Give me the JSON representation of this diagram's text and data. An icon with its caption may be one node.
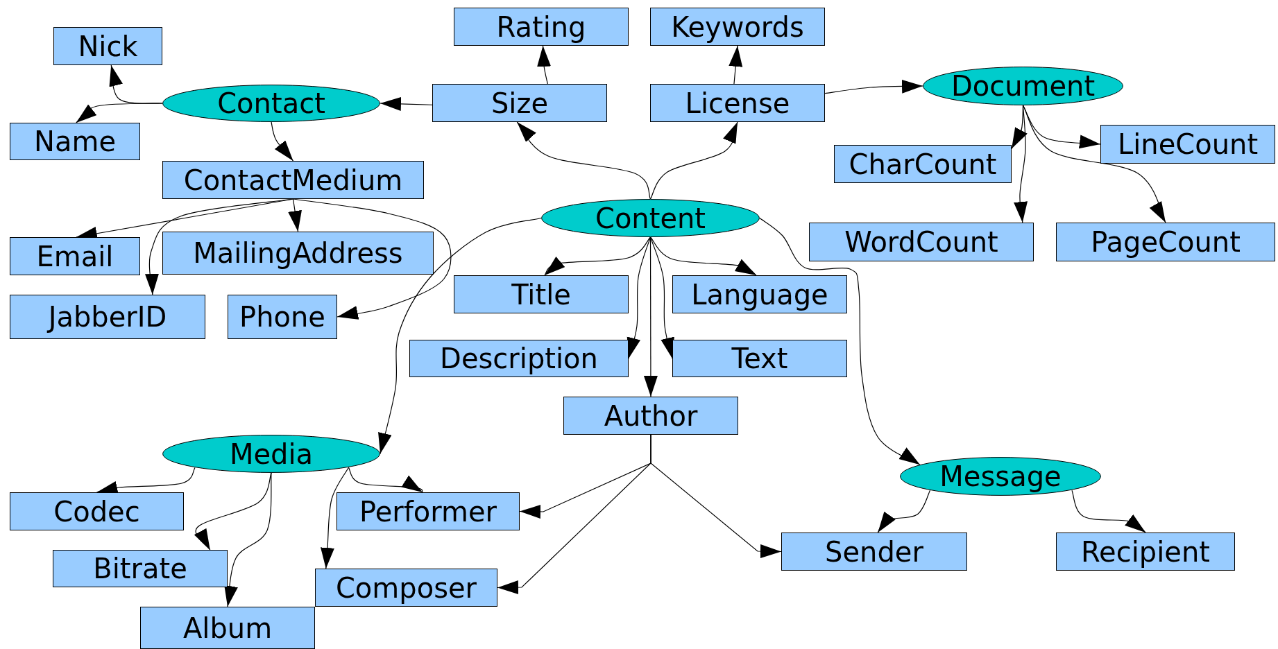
{
  "diagram": {
    "nodes": [
      {
        "text": [
          "Nick"
        ]
      },
      {
        "text": [
          "Contact"
        ]
      },
      {
        "text": [
          "Name"
        ]
      },
      {
        "text": [
          "ContactMedium"
        ]
      },
      {
        "text": [
          "Email"
        ]
      },
      {
        "text": [
          "MailingAddress"
        ]
      },
      {
        "text": [
          "JabberID"
        ]
      },
      {
        "text": [
          "Phone"
        ]
      },
      {
        "text": [
          "Rating"
        ]
      },
      {
        "text": [
          "Keywords"
        ]
      },
      {
        "text": [
          "Size"
        ]
      },
      {
        "text": [
          "License"
        ]
      },
      {
        "text": [
          "Document"
        ]
      },
      {
        "text": [
          "CharCount"
        ]
      },
      {
        "text": [
          "LineCount"
        ]
      },
      {
        "text": [
          "Content"
        ]
      },
      {
        "text": [
          "WordCount"
        ]
      },
      {
        "text": [
          "PageCount"
        ]
      },
      {
        "text": [
          "Title"
        ]
      },
      {
        "text": [
          "Language"
        ]
      },
      {
        "text": [
          "Description"
        ]
      },
      {
        "text": [
          "Text"
        ]
      },
      {
        "text": [
          "Author"
        ]
      },
      {
        "text": [
          "Media"
        ]
      },
      {
        "text": [
          "Message"
        ]
      },
      {
        "text": [
          "Codec"
        ]
      },
      {
        "text": [
          "Performer"
        ]
      },
      {
        "text": [
          "Bitrate"
        ]
      },
      {
        "text": [
          "Sender"
        ]
      },
      {
        "text": [
          "Recipient"
        ]
      },
      {
        "text": [
          "Composer"
        ]
      },
      {
        "text": [
          "Album"
        ]
      }
    ],
    "edges": [
      {
        "from": 1,
        "to": 0,
        "arrow": "to"
      },
      {
        "from": 1,
        "to": 2,
        "arrow": "to"
      },
      {
        "from": 10,
        "to": 1,
        "arrow": "to"
      },
      {
        "from": 1,
        "to": 3,
        "arrow": "to"
      },
      {
        "from": 3,
        "to": 4,
        "arrow": "to"
      },
      {
        "from": 3,
        "to": 5,
        "arrow": "to"
      },
      {
        "from": 3,
        "to": 6,
        "arrow": "to"
      },
      {
        "from": 3,
        "to": 7,
        "arrow": "to"
      },
      {
        "from": 10,
        "to": 8,
        "arrow": "to"
      },
      {
        "from": 11,
        "to": 9,
        "arrow": "to"
      },
      {
        "from": 11,
        "to": 12,
        "arrow": "to"
      },
      {
        "from": 15,
        "to": 10,
        "arrow": "to"
      },
      {
        "from": 15,
        "to": 11,
        "arrow": "to"
      },
      {
        "from": 15,
        "to": 23,
        "arrow": "to"
      },
      {
        "from": 15,
        "to": 24,
        "arrow": "to"
      },
      {
        "from": 15,
        "to": 18,
        "arrow": "to"
      },
      {
        "from": 15,
        "to": 20,
        "arrow": "to"
      },
      {
        "from": 15,
        "to": 19,
        "arrow": "to"
      },
      {
        "from": 15,
        "to": 21,
        "arrow": "to"
      },
      {
        "from": 15,
        "to": 22,
        "arrow": "to"
      },
      {
        "from": 12,
        "to": 13,
        "arrow": "to"
      },
      {
        "from": 12,
        "to": 16,
        "arrow": "to"
      },
      {
        "from": 12,
        "to": 14,
        "arrow": "to"
      },
      {
        "from": 12,
        "to": 17,
        "arrow": "to"
      },
      {
        "from": 23,
        "to": 25,
        "arrow": "to"
      },
      {
        "from": 23,
        "to": 27,
        "arrow": "to"
      },
      {
        "from": 23,
        "to": 31,
        "arrow": "to"
      },
      {
        "from": 23,
        "to": 26,
        "arrow": "to"
      },
      {
        "from": 23,
        "to": 30,
        "arrow": "to"
      },
      {
        "from": 22,
        "to": 26,
        "arrow": "to"
      },
      {
        "from": 22,
        "to": 30,
        "arrow": "to"
      },
      {
        "from": 22,
        "to": 28,
        "arrow": "to"
      },
      {
        "from": 24,
        "to": 28,
        "arrow": "to"
      },
      {
        "from": 24,
        "to": 29,
        "arrow": "to"
      }
    ]
  }
}
